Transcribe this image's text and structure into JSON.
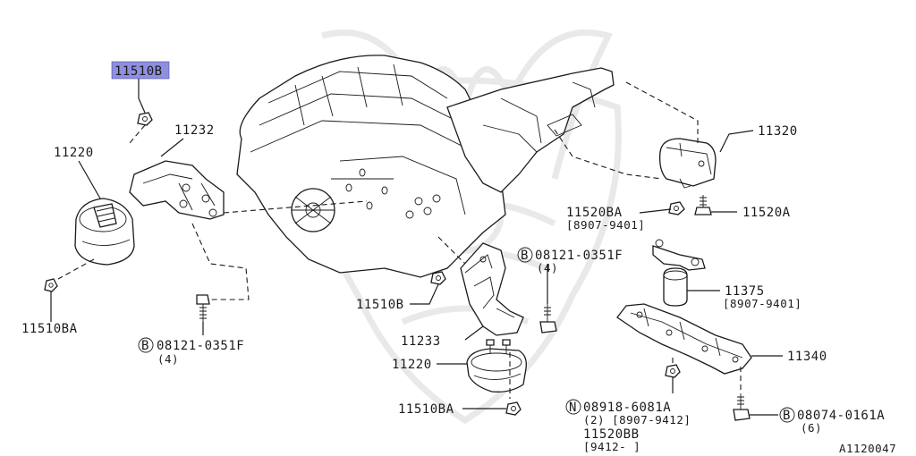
{
  "diagram_id": "A1120047",
  "highlight_color": "#8f8fe0",
  "labels": {
    "p11510b_top": "11510B",
    "p11232": "11232",
    "p11220_left": "11220",
    "p11510ba_left": "11510BA",
    "bolt_left_code": "08121-0351F",
    "bolt_left_qty": "(4)",
    "p11320": "11320",
    "p11520ba": "11520BA",
    "p11520ba_range": "[8907-9401]",
    "p11520a": "11520A",
    "bolt_mid_code": "08121-0351F",
    "bolt_mid_qty": "(4)",
    "p11510b_mid": "11510B",
    "p11375": "11375",
    "p11375_range": "[8907-9401]",
    "p11233": "11233",
    "p11220_mid": "11220",
    "p11340": "11340",
    "p11510ba_mid": "11510BA",
    "nut_code": "08918-6081A",
    "nut_qty_range": "(2) [8907-9412]",
    "p11520bb": "11520BB",
    "p11520bb_range": "[9412-     ]",
    "bolt_right_code": "08074-0161A",
    "bolt_right_qty": "(6)"
  },
  "markers": {
    "bolt": "B",
    "nut": "N"
  },
  "icons": [
    "engine-block",
    "transmission",
    "mount-bracket",
    "engine-mount",
    "nut",
    "bolt",
    "crossmember",
    "damper"
  ]
}
